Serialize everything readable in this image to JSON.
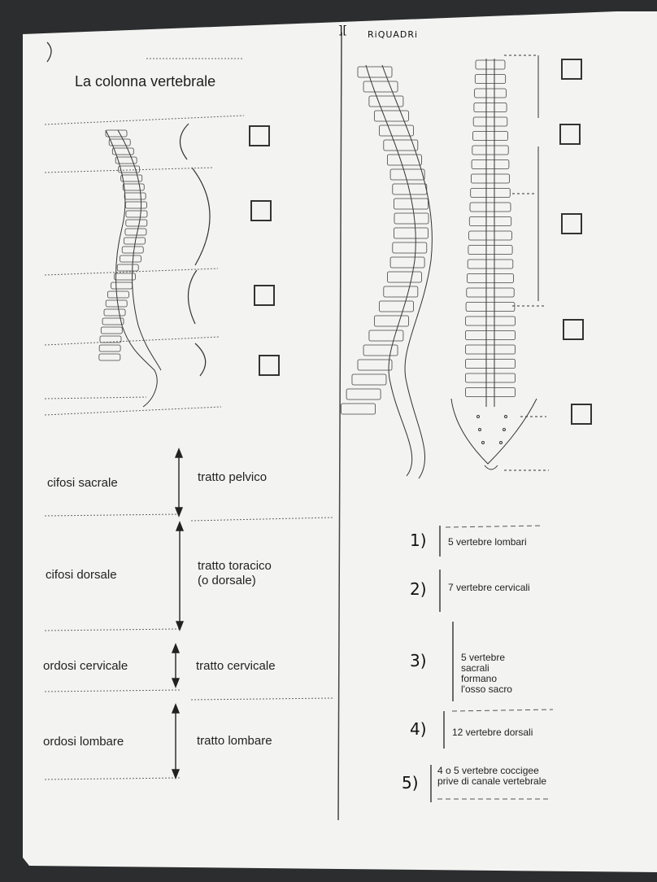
{
  "worksheet": {
    "title": "La colonna vertebrale",
    "handwritten_heading": "RiQUADRi",
    "curvatures": [
      {
        "curve": "cifosi sacrale",
        "tract": "tratto pelvico"
      },
      {
        "curve": "cifosi dorsale",
        "tract": "tratto toracico\n(o dorsale)"
      },
      {
        "curve": "ordosi cervicale",
        "tract": "tratto cervicale"
      },
      {
        "curve": "ordosi lombare",
        "tract": "tratto lombare"
      }
    ],
    "numbers": [
      "1)",
      "2)",
      "3)",
      "4)",
      "5)"
    ],
    "vertebrae_groups": [
      "5 vertebre lombari",
      "7 vertebre cervicali",
      "5 vertebre\nsacrali\nformano\nl'osso sacro",
      "12 vertebre dorsali",
      "4 o 5 vertebre coccigee\nprive di canale vertebrale"
    ],
    "colors": {
      "paper": "#f3f3f1",
      "background": "#2b2d2f",
      "ink": "#222222"
    }
  }
}
